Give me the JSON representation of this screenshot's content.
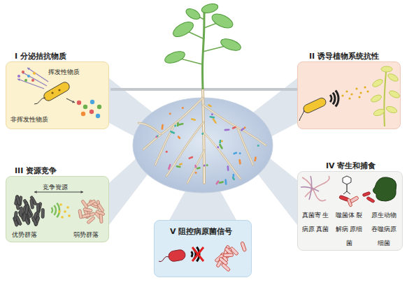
{
  "diagram": {
    "nodes": [
      {
        "text": [
          "I 分泌拮抗物质",
          "挥发性物质",
          "非挥发性物质"
        ]
      },
      {
        "text": [
          "II 诱导植物系统抗性"
        ]
      },
      {
        "text": [
          "III 资源竞争",
          "竞争资源",
          "优势群落",
          "弱势群落"
        ]
      },
      {
        "text": [
          "IV 寄生和捕食",
          "真菌寄 生病原 真菌",
          "噬菌体 裂解病 原细菌",
          "原生动物 吞噬病原 细菌"
        ]
      },
      {
        "text": [
          "V 阻控病原菌信号"
        ]
      }
    ]
  }
}
